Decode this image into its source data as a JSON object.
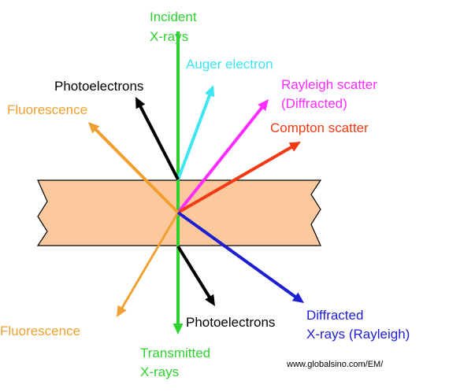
{
  "colors": {
    "sample_fill": "#fbc99d",
    "sample_stroke": "#000000",
    "incident": "#2fd12f",
    "auger": "#3de6f0",
    "rayleigh": "#ff2bff",
    "compton": "#f23a14",
    "transmitted": "#2fd12f",
    "photoelectrons": "#000000",
    "fluorescence": "#f0a030",
    "diffracted": "#1e1ed2"
  },
  "labels": {
    "incident_line1": "Incident",
    "incident_line2": "X-rays",
    "auger": "Auger electron",
    "photoelectrons_top": "Photoelectrons",
    "rayleigh_line1": "Rayleigh scatter",
    "rayleigh_line2": "(Diffracted)",
    "fluorescence_top": "Fluorescence",
    "compton": "Compton scatter",
    "fluorescence_bottom": "Fluorescence",
    "photoelectrons_bottom": "Photoelectrons",
    "diffracted_line1": "Diffracted",
    "diffracted_line2": "X-rays (Rayleigh)",
    "transmitted_line1": "Transmitted",
    "transmitted_line2": "X-rays",
    "source_url": "www.globalsino.com/EM/"
  }
}
